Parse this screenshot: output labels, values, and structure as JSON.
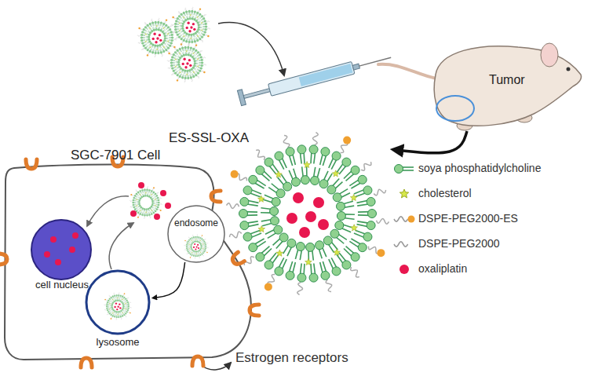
{
  "diagram": {
    "nodes": [
      {
        "text": [
          "Tumor"
        ]
      },
      {
        "text": [
          "ES-SSL-OXA"
        ]
      },
      {
        "text": [
          "SGC-7901 Cell"
        ]
      },
      {
        "text": [
          "cell nucleus"
        ],
        "in": 2
      },
      {
        "text": [
          "endosome"
        ],
        "in": 2
      },
      {
        "text": [
          "lysosome"
        ],
        "in": 2
      }
    ],
    "edges": [
      {
        "from": 0,
        "to": 1,
        "arrow": "to"
      },
      {
        "from": 4,
        "to": 5,
        "arrow": "to"
      }
    ],
    "labels": [
      "Estrogen receptors"
    ],
    "legend": [
      {
        "text": "soya phosphatidylcholine"
      },
      {
        "text": "cholesterol"
      },
      {
        "text": "DSPE-PEG2000-ES"
      },
      {
        "text": "DSPE-PEG2000"
      },
      {
        "text": "oxaliplatin"
      }
    ]
  }
}
